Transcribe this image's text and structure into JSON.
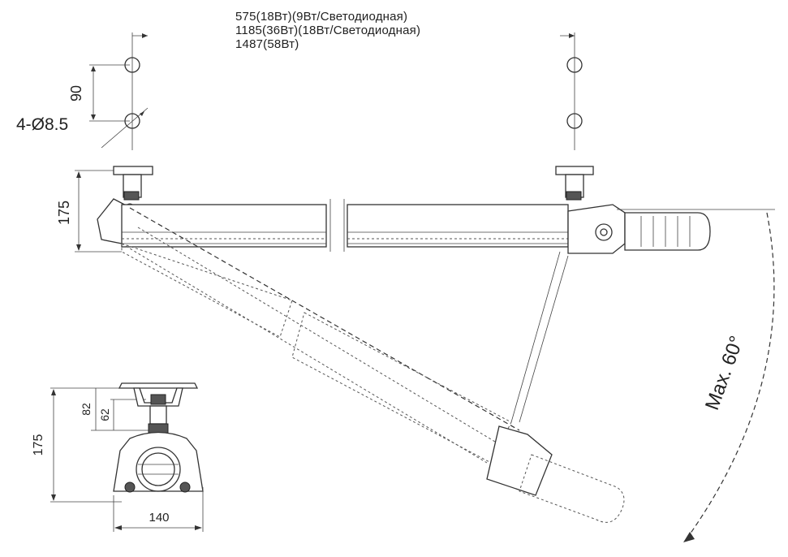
{
  "lengths": [
    "575(18Вт)(9Вт/Светодиодная)",
    "1185(36Вт)(18Вт/Светодиодная)",
    "1487(58Вт)"
  ],
  "dimensions": {
    "hole_spacing": "90",
    "holes": "4-Ø8.5",
    "height_side": "175",
    "height_end": "175",
    "bracket_a": "82",
    "bracket_b": "62",
    "width_end": "140",
    "tilt": "Max. 60°"
  },
  "colors": {
    "line": "#333333",
    "background": "#ffffff"
  }
}
